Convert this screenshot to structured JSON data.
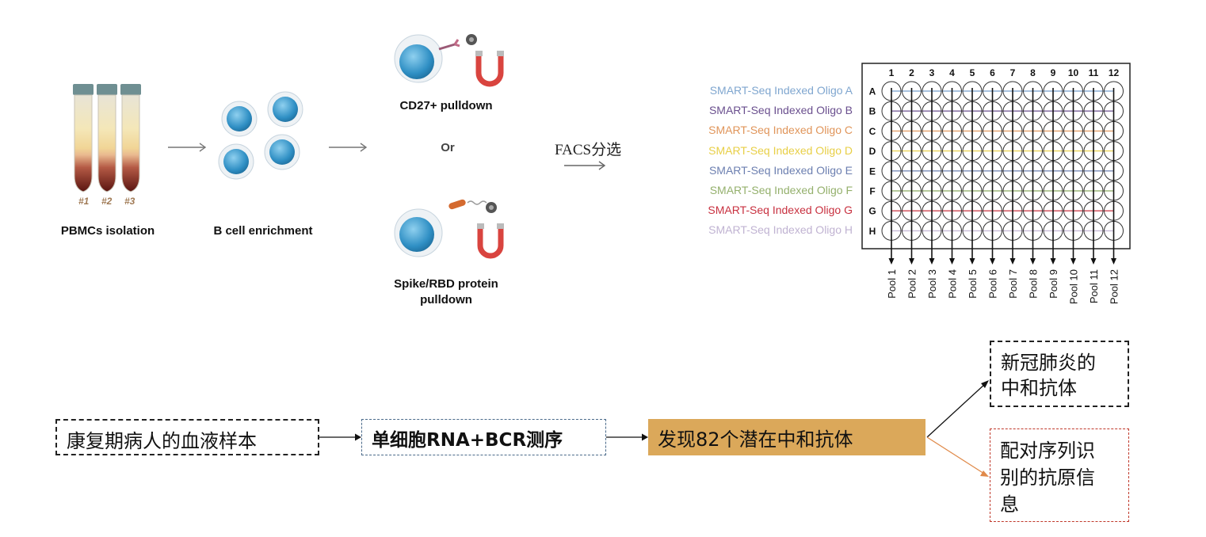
{
  "workflow": {
    "tube_tags": [
      "#1",
      "#2",
      "#3"
    ],
    "pbmc_label": "PBMCs isolation",
    "bcell_label": "B cell enrichment",
    "cd27_label": "CD27+ pulldown",
    "or_label": "Or",
    "spike_label_line1": "Spike/RBD protein",
    "spike_label_line2": "pulldown",
    "facs_label": "FACS分选"
  },
  "plate": {
    "columns": [
      "1",
      "2",
      "3",
      "4",
      "5",
      "6",
      "7",
      "8",
      "9",
      "10",
      "11",
      "12"
    ],
    "rows": [
      "A",
      "B",
      "C",
      "D",
      "E",
      "F",
      "G",
      "H"
    ],
    "oligos": [
      {
        "label": "SMART-Seq Indexed Oligo A",
        "color": "#7fa6cf"
      },
      {
        "label": "SMART-Seq Indexed Oligo B",
        "color": "#6a4f8e"
      },
      {
        "label": "SMART-Seq Indexed Oligo C",
        "color": "#e0955a"
      },
      {
        "label": "SMART-Seq Indexed Oligo D",
        "color": "#e8cf46"
      },
      {
        "label": "SMART-Seq Indexed Oligo E",
        "color": "#6c7fb0"
      },
      {
        "label": "SMART-Seq Indexed Oligo F",
        "color": "#94b06c"
      },
      {
        "label": "SMART-Seq Indexed Oligo G",
        "color": "#c8303f"
      },
      {
        "label": "SMART-Seq Indexed Oligo H",
        "color": "#c0b3d2"
      }
    ],
    "pools": [
      "Pool 1",
      "Pool 2",
      "Pool 3",
      "Pool 4",
      "Pool 5",
      "Pool 6",
      "Pool 7",
      "Pool 8",
      "Pool 9",
      "Pool 10",
      "Pool 11",
      "Pool 12"
    ]
  },
  "flow": {
    "sample": "康复期病人的血液样本",
    "sequencing": "单细胞RNA+BCR测序",
    "discovery": "发现82个潜在中和抗体",
    "result1_line1": "新冠肺炎的",
    "result1_line2": "中和抗体",
    "result2_line1": "配对序列识",
    "result2_line2": "别的抗原信",
    "result2_line3": "息"
  },
  "colors": {
    "discovery_fill": "#dba85a",
    "seq_border": "#4a6a8a",
    "result2_border": "#c0392b",
    "arrow_orange": "#e08a4a"
  }
}
